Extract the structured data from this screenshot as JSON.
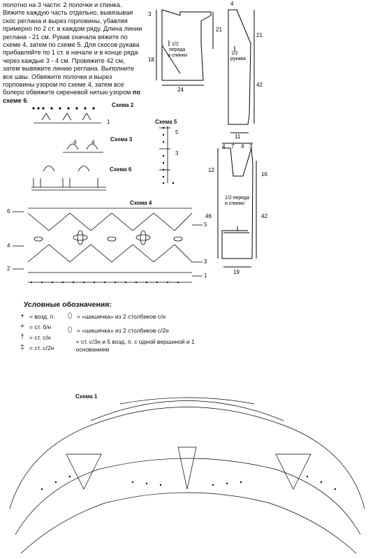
{
  "instructions": {
    "p1": "полотно на 3 части: 2 полочки и спинка. Вяжите каждую часть отдельно, вывязывая скос реглана и вырез горловины, убавляя примерно по 2 ст. в каждом ряду. Длина линии реглана - 21 см. Рукав сначала вяжите по схеме 4, затем по схеме 5. Для скосов рукава прибавляйте по 1 ст. в начале и в конце ряда через каждые 3 - 4 см. Провяжите 42 см, затем вывяжите линию реглана. Выполните все швы. Обвяжите полочки и вырез горловины узором по схеме 4, затем все болеро обвяжите сиреневой нитью узором ",
    "p1_bold": "по схеме 6",
    "p1_end": "."
  },
  "pattern_top": {
    "label": "1/2\nпереда\nи спинки",
    "dims": [
      "3",
      "21",
      "18",
      "24"
    ]
  },
  "pattern_sleeve": {
    "label": "1/2\nрукава",
    "dims": [
      "4",
      "21",
      "42",
      "11"
    ]
  },
  "pattern_bottom": {
    "label": "1/2\nпереда\nи спинки",
    "dims": [
      "4",
      "7",
      "4",
      "3",
      "12",
      "16",
      "46",
      "42",
      "19"
    ]
  },
  "schemes": {
    "s2": "Схема 2",
    "s3": "Схема 3",
    "s4": "Схема 4",
    "s5": "Схема 5",
    "s6": "Схема 6",
    "s1": "Схема 1"
  },
  "scheme_numbers": {
    "s2": [
      "1"
    ],
    "s3": [
      "4",
      "4"
    ],
    "s5": [
      "5",
      "3"
    ],
    "s4_left": [
      "6",
      "4",
      "2"
    ],
    "s4_right": [
      "5",
      "3",
      "1"
    ]
  },
  "legend": {
    "title": "Условные обозначения:",
    "items": [
      {
        "sym": "•",
        "text": "= возд. п."
      },
      {
        "sym": "+",
        "text": "= ст. б/н"
      },
      {
        "sym": "†",
        "text": "= ст. с/н"
      },
      {
        "sym": "‡",
        "text": "= ст. с/2н"
      }
    ],
    "items_right": [
      {
        "text": "= «шишечка» из 2 столбиков с/н"
      },
      {
        "text": "= «шишечка» из 2 столбиков с/2н"
      },
      {
        "text": "= ст. с/3н и 5 возд. п. с одной вершиной и 1 основанием"
      }
    ]
  }
}
